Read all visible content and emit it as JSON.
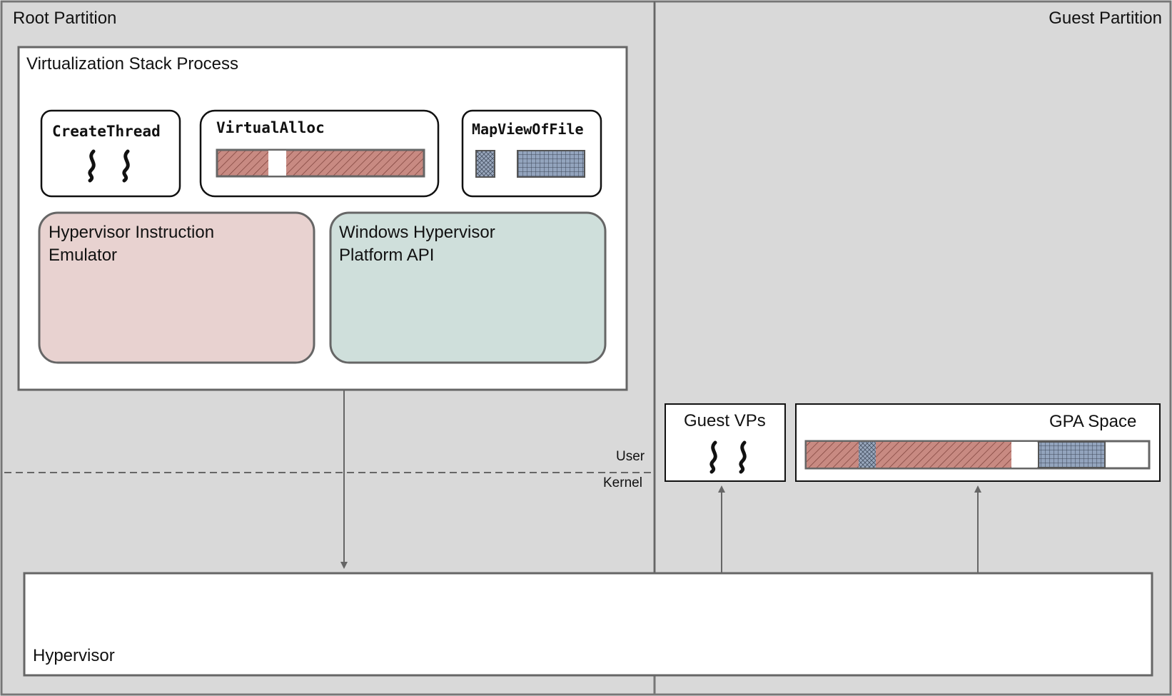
{
  "partitions": {
    "root_label": "Root Partition",
    "guest_label": "Guest Partition"
  },
  "vsp": {
    "title": "Virtualization Stack Process",
    "create_thread": "CreateThread",
    "virtual_alloc": "VirtualAlloc",
    "map_view_of_file": "MapViewOfFile",
    "emulator_line1": "Hypervisor Instruction",
    "emulator_line2": "Emulator",
    "whp_line1": "Windows Hypervisor",
    "whp_line2": "Platform API"
  },
  "mode": {
    "user": "User",
    "kernel": "Kernel"
  },
  "guest": {
    "vps": "Guest VPs",
    "gpa": "GPA Space"
  },
  "hypervisor": {
    "label": "Hypervisor"
  },
  "colors": {
    "partition_bg": "#d9d9d9",
    "border": "#666666",
    "emulator_fill": "#e8d2d0",
    "whp_fill": "#cfdfdb",
    "alloc_hatch": "#c4857c",
    "mapped_grid": "#8fa0b8"
  }
}
